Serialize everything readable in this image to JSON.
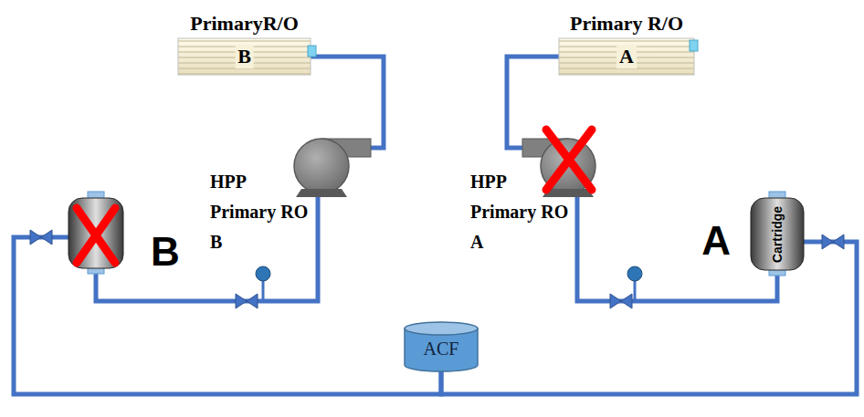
{
  "diagram": {
    "nodes": [
      {
        "text": [
          "PrimaryR/O",
          "B"
        ]
      },
      {
        "text": [
          "Primary R/O",
          "A"
        ]
      },
      {
        "text": [
          "HPP Primary RO B"
        ]
      },
      {
        "text": [
          "HPP Primary RO A"
        ]
      },
      {
        "text": [
          "B"
        ]
      },
      {
        "text": [
          "Cartridge",
          "A"
        ]
      },
      {
        "text": [
          "ACF"
        ]
      }
    ],
    "edges": [
      {
        "from": 6,
        "to": 4,
        "arrow": "none"
      },
      {
        "from": 6,
        "to": 5,
        "arrow": "none"
      },
      {
        "from": 4,
        "to": 2,
        "arrow": "none"
      },
      {
        "from": 2,
        "to": 0,
        "arrow": "none"
      },
      {
        "from": 5,
        "to": 3,
        "arrow": "none"
      },
      {
        "from": 3,
        "to": 1,
        "arrow": "none"
      }
    ]
  }
}
